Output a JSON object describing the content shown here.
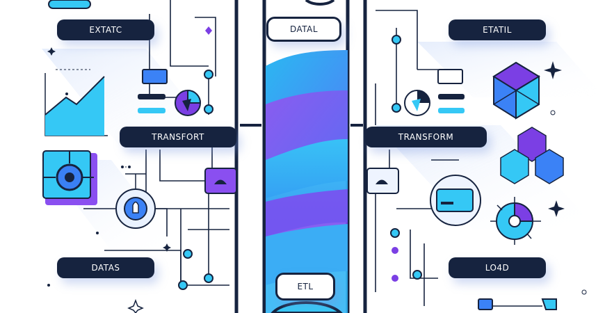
{
  "labels": {
    "extract": "EXTATC",
    "data_top": "DATAL",
    "etail": "ETATIL",
    "transform_left": "TRANSFORT",
    "transform_right": "TRANSFORM",
    "datas": "DATAS",
    "load": "LO4D",
    "etl": "ETL"
  },
  "colors": {
    "navy": "#16233f",
    "cyan": "#35c8f5",
    "blue": "#3b82f6",
    "violet": "#7b3fe4",
    "pale": "#eef4ff"
  },
  "icons": [
    "line-chart-icon",
    "target-icon",
    "lightbulb-icon",
    "hexagon-cube-icon",
    "honeycomb-icon",
    "pie-chart-icon",
    "card-icon",
    "sparkle-icon",
    "dashboard-icon"
  ]
}
